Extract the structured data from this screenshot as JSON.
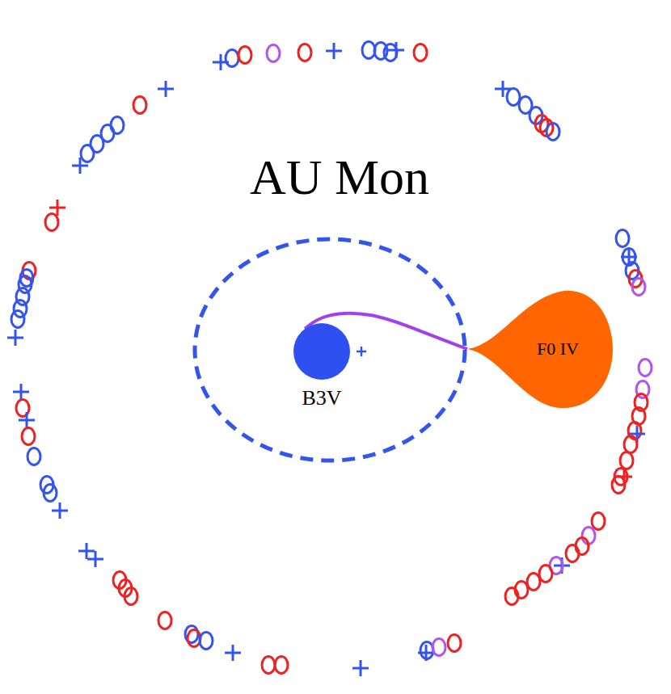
{
  "diagram": {
    "title": "AU Mon",
    "nodes": [
      {
        "text": [
          "B3V"
        ]
      },
      {
        "text": [
          "F0 IV"
        ]
      }
    ],
    "edges": [
      {
        "from": 1,
        "to": 0,
        "arrow": "none"
      }
    ]
  }
}
